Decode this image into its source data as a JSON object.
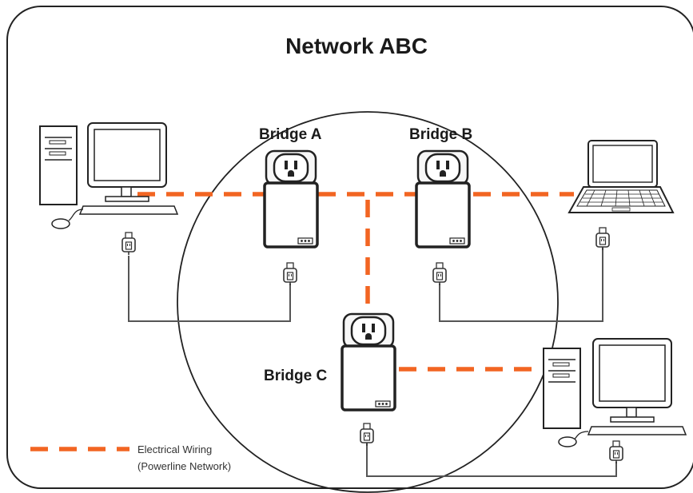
{
  "title": "Network ABC",
  "bridges": [
    {
      "id": "a",
      "label": "Bridge A"
    },
    {
      "id": "b",
      "label": "Bridge B"
    },
    {
      "id": "c",
      "label": "Bridge C"
    }
  ],
  "devices": [
    {
      "id": "desktop-left",
      "type": "desktop computer"
    },
    {
      "id": "laptop-right",
      "type": "laptop"
    },
    {
      "id": "desktop-right",
      "type": "desktop computer"
    }
  ],
  "legend": {
    "line1": "Electrical Wiring",
    "line2": "(Powerline Network)"
  },
  "colors": {
    "wiring": "#f26522",
    "frame": "#222222",
    "cable": "#555555"
  }
}
